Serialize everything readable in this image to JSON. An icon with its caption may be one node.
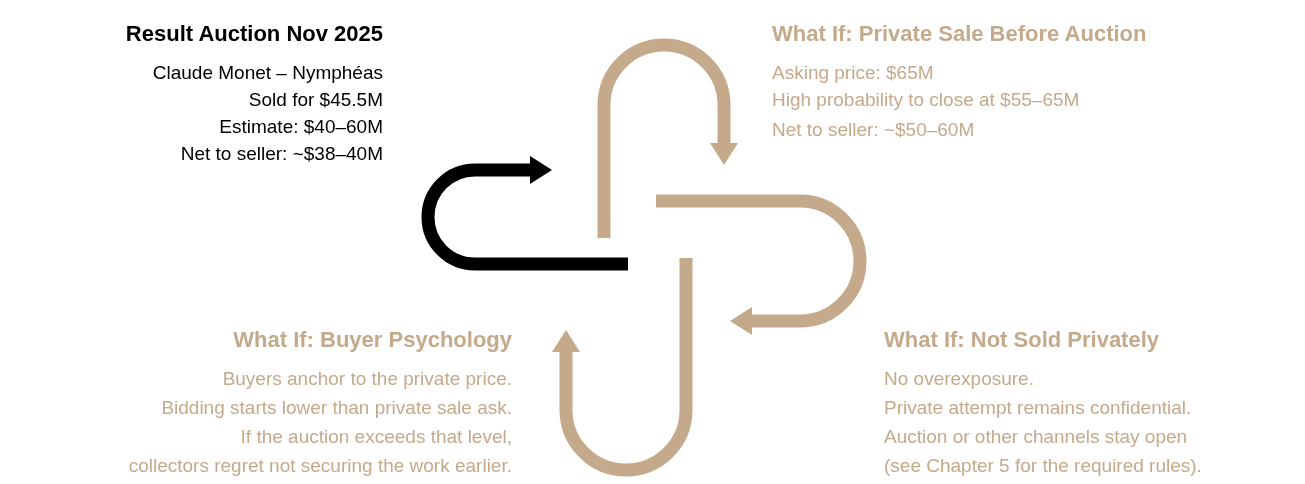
{
  "diagram": {
    "labels": [
      "Result Auction Nov 2025",
      "Claude Monet – Nymphéas",
      "Sold for $45.5M",
      "Estimate: $40–60M",
      "Net to seller: ~$38–40M",
      "What If: Private Sale Before Auction",
      "Asking price: $65M",
      "High probability to close at $55–65M",
      "Net to seller: ~$50–60M",
      "What If: Buyer Psychology",
      "Buyers anchor to the private price.",
      "Bidding starts lower than private sale ask.",
      "If the auction exceeds that level,",
      "collectors regret not securing the work earlier.",
      "What If: Not Sold Privately",
      "No overexposure.",
      "Private attempt remains confidential.",
      "Auction or other channels stay open",
      "(see Chapter 5 for the required rules)."
    ]
  }
}
